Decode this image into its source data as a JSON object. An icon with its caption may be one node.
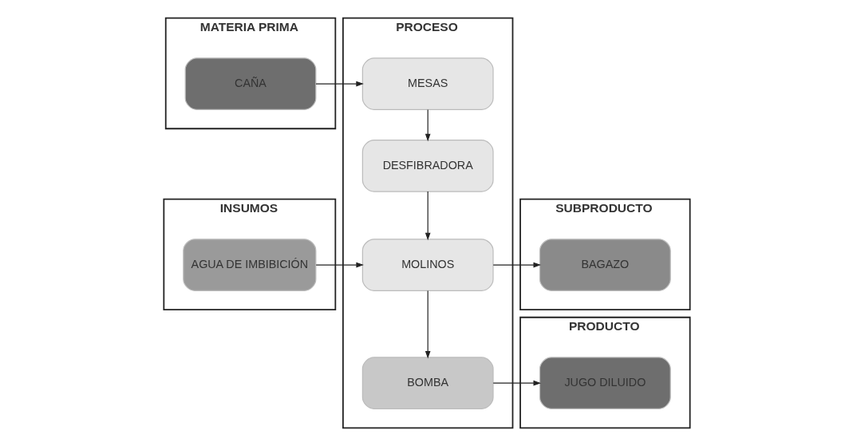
{
  "diagram": {
    "nodes": [
      {
        "text": [
          "MATERIA PRIMA"
        ]
      },
      {
        "text": [
          "CAÑA"
        ],
        "in": 0
      },
      {
        "text": [
          "INSUMOS"
        ]
      },
      {
        "text": [
          "AGUA DE IMBIBICIÓN"
        ],
        "in": 2
      },
      {
        "text": [
          "PROCESO"
        ]
      },
      {
        "text": [
          "MESAS"
        ],
        "in": 4
      },
      {
        "text": [
          "DESFIBRADORA"
        ],
        "in": 4
      },
      {
        "text": [
          "MOLINOS"
        ],
        "in": 4
      },
      {
        "text": [
          "BOMBA"
        ],
        "in": 4
      },
      {
        "text": [
          "PRODUCTO"
        ]
      },
      {
        "text": [
          "JUGO DILUIDO"
        ],
        "in": 9
      },
      {
        "text": [
          "SUBPRODUCTO"
        ]
      },
      {
        "text": [
          "BAGAZO"
        ],
        "in": 11
      }
    ],
    "edges": [
      {
        "from": 1,
        "to": 5,
        "arrow": "to"
      },
      {
        "from": 5,
        "to": 6,
        "arrow": "to"
      },
      {
        "from": 6,
        "to": 7,
        "arrow": "to"
      },
      {
        "from": 3,
        "to": 7,
        "arrow": "to"
      },
      {
        "from": 7,
        "to": 12,
        "arrow": "to"
      },
      {
        "from": 7,
        "to": 8,
        "arrow": "to"
      },
      {
        "from": 8,
        "to": 10,
        "arrow": "to"
      }
    ]
  }
}
